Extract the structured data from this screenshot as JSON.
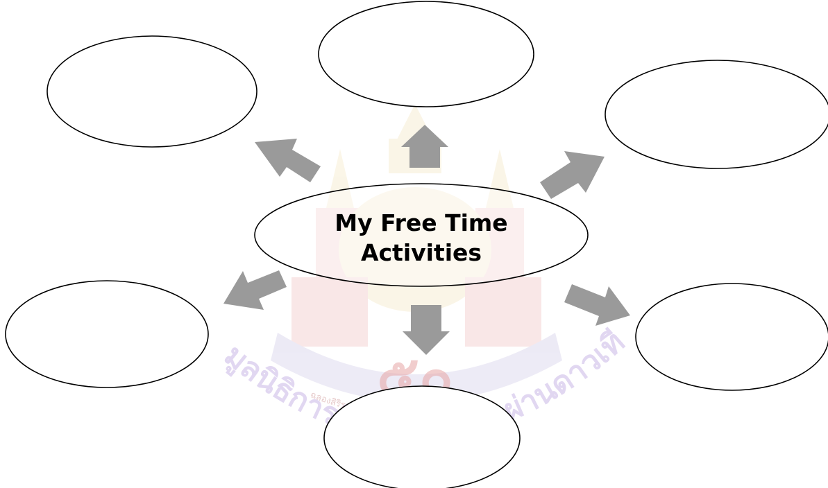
{
  "center": {
    "title_line1": "My Free Time",
    "title_line2": "Activities"
  },
  "satellites": [
    {
      "id": "top-left",
      "label": ""
    },
    {
      "id": "top",
      "label": ""
    },
    {
      "id": "top-right",
      "label": ""
    },
    {
      "id": "bottom-left",
      "label": ""
    },
    {
      "id": "bottom",
      "label": ""
    },
    {
      "id": "bottom-right",
      "label": ""
    }
  ],
  "watermark": {
    "arc_text": "มูลนิธิการศึกษาทางไกลผ่านดาวเทียม",
    "ribbon_text": "ฉลองสิริราชสมบัติ ครบ ๕๐ ปี พุทธศักราช ๒๕๓๙",
    "numeral": "๕๐"
  },
  "colors": {
    "arrow": "#9a9a9a",
    "outline": "#000000",
    "watermark_gold": "#d9a520",
    "watermark_red": "#cc2222",
    "watermark_blue": "#4c3ca8"
  }
}
